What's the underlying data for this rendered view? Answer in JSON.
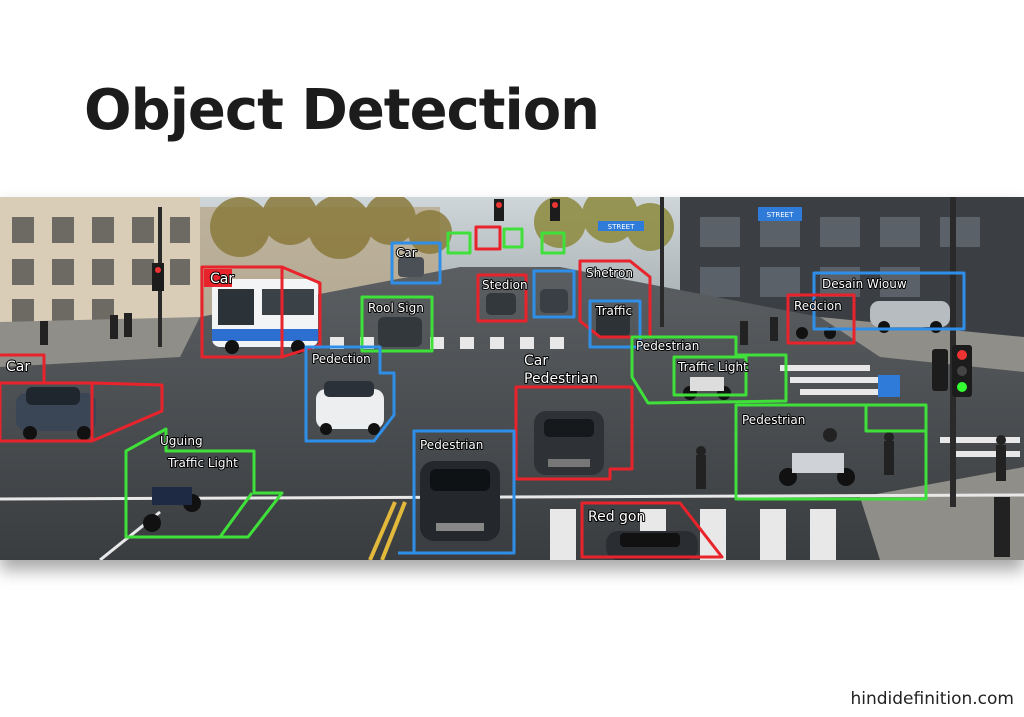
{
  "title": "Object Detection",
  "watermark": "hindidefinition.com",
  "colors": {
    "car": "#e8232b",
    "pedestrian": "#2f8fe8",
    "traffic": "#3fe03a"
  },
  "signs": {
    "street_left": "STREET",
    "street_right": "STREET"
  },
  "detections": [
    {
      "label": "Car",
      "color": "red"
    },
    {
      "label": "Car",
      "color": "red"
    },
    {
      "label": "Car",
      "color": "blue"
    },
    {
      "label": "Rool Sign",
      "color": "green"
    },
    {
      "label": "Stedion",
      "color": "red"
    },
    {
      "label": "Shetron",
      "color": "red"
    },
    {
      "label": "Traffic",
      "color": "blue"
    },
    {
      "label": "Desain Wiouw",
      "color": "blue"
    },
    {
      "label": "Redcion",
      "color": "red"
    },
    {
      "label": "Pedection",
      "color": "blue"
    },
    {
      "label": "Car",
      "color": "red"
    },
    {
      "label": "Pedestrian",
      "color": "red"
    },
    {
      "label": "Pedestrian",
      "color": "green"
    },
    {
      "label": "Traffic Light",
      "color": "green"
    },
    {
      "label": "Pedestrian",
      "color": "green"
    },
    {
      "label": "Uguing",
      "color": "green"
    },
    {
      "label": "Traffic Light",
      "color": "green"
    },
    {
      "label": "Pedestrian",
      "color": "blue"
    },
    {
      "label": "Red gon",
      "color": "red"
    }
  ]
}
